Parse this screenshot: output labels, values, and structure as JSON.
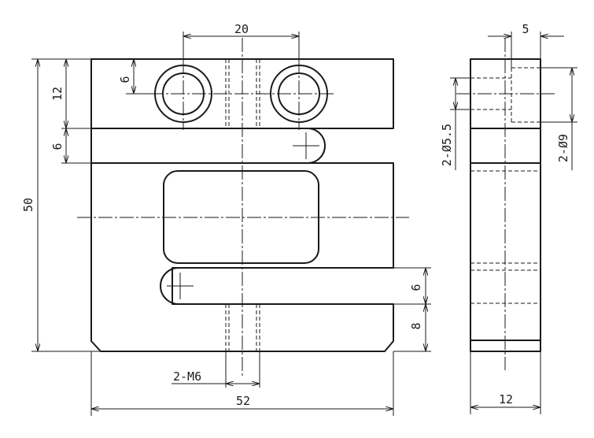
{
  "colors": {
    "line": "#1a1a1a",
    "background": "#ffffff"
  },
  "dimensions": {
    "top_width": "20",
    "hole_offset": "6",
    "top_height": "12",
    "slot_top": "6",
    "total_height": "50",
    "slot_bottom": "6",
    "bottom_height": "8",
    "thread": "2-M6",
    "total_width": "52",
    "side_offset": "5",
    "hole_small": "2-Ø5.5",
    "hole_large": "2-Ø9",
    "side_width": "12"
  }
}
